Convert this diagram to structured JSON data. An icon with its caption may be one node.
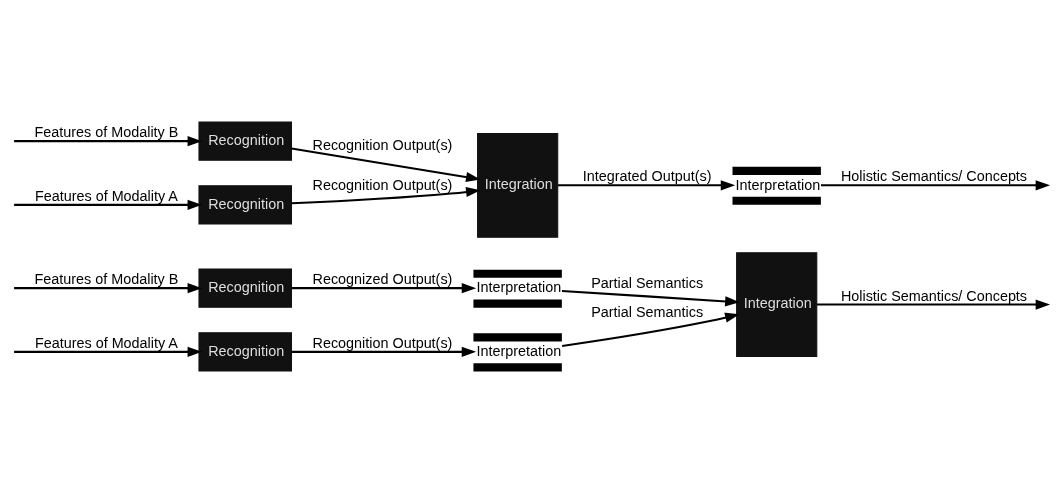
{
  "diagram": {
    "nodes": [
      {
        "text": [
          "Recognition"
        ]
      },
      {
        "text": [
          "Interpretation"
        ]
      },
      {
        "text": [
          "Recognition"
        ]
      },
      {
        "text": [
          "Interpretation"
        ]
      },
      {
        "text": [
          "Integration"
        ]
      },
      {
        "text": [
          "Recognition"
        ]
      },
      {
        "text": [
          "Recognition"
        ]
      },
      {
        "text": [
          "Integration"
        ]
      },
      {
        "text": [
          "Interpretation"
        ]
      }
    ],
    "edges": [
      {
        "from": null,
        "to": 0,
        "arrow": "to",
        "label": "Features of Modality A"
      },
      {
        "from": 0,
        "to": 1,
        "arrow": "to",
        "label": "Recognition Output(s)"
      },
      {
        "from": 1,
        "to": 4,
        "arrow": "to",
        "label": "Partial Semantics"
      },
      {
        "from": null,
        "to": 2,
        "arrow": "to",
        "label": "Features of Modality B"
      },
      {
        "from": 2,
        "to": 3,
        "arrow": "to",
        "label": "Recognized Output(s)"
      },
      {
        "from": 3,
        "to": 4,
        "arrow": "to",
        "label": "Partial Semantics"
      },
      {
        "from": 4,
        "to": null,
        "arrow": "to",
        "label": "Holistic Semantics/ Concepts"
      },
      {
        "from": null,
        "to": 5,
        "arrow": "to",
        "label": "Features of Modality A"
      },
      {
        "from": null,
        "to": 6,
        "arrow": "to",
        "label": "Features of Modality B"
      },
      {
        "from": 5,
        "to": 7,
        "arrow": "to",
        "label": "Recognition Output(s)"
      },
      {
        "from": 6,
        "to": 7,
        "arrow": "to",
        "label": "Recognition Output(s)"
      },
      {
        "from": 7,
        "to": 8,
        "arrow": "to",
        "label": "Integrated Output(s)"
      },
      {
        "from": 8,
        "to": null,
        "arrow": "to",
        "label": "Holistic Semantics/ Concepts"
      }
    ]
  }
}
